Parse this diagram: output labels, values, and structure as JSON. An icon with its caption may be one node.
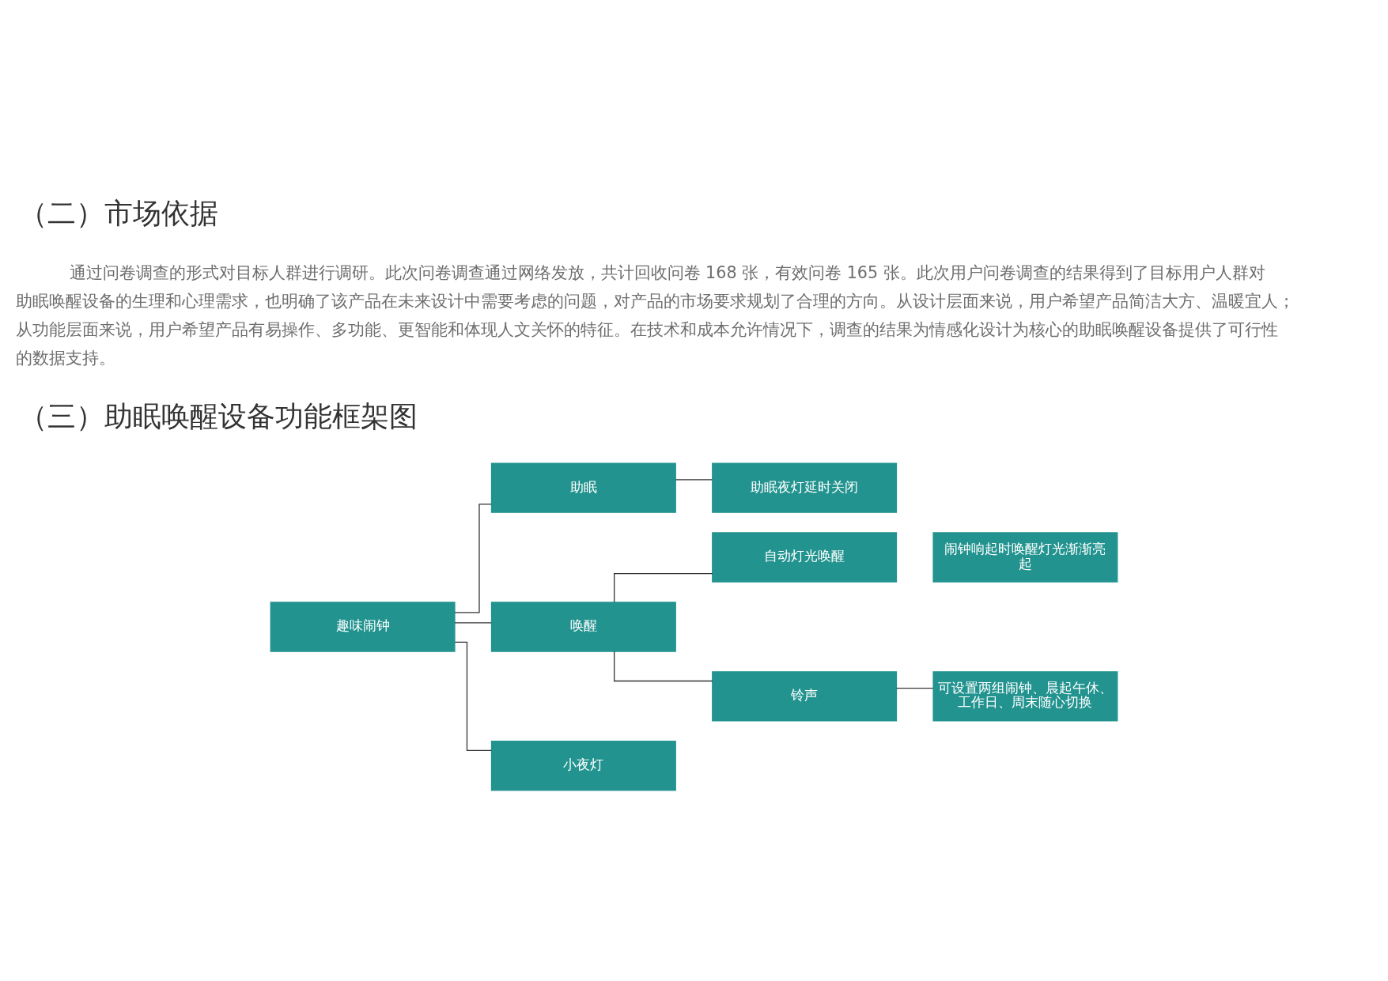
{
  "diagram": {
    "nodes": [
      {
        "text": [
          "趣味闹钟"
        ]
      },
      {
        "text": [
          "助眠"
        ]
      },
      {
        "text": [
          "唤醒"
        ]
      },
      {
        "text": [
          "小夜灯"
        ]
      },
      {
        "text": [
          "助眠夜灯延时关闭"
        ]
      },
      {
        "text": [
          "自动灯光唤醒"
        ]
      },
      {
        "text": [
          "铃声"
        ]
      },
      {
        "text": [
          "闹钟响起时唤醒灯光渐渐亮起"
        ]
      },
      {
        "text": [
          "可设置两组闹钟、晨起午休、工作日、周末随心切换"
        ]
      }
    ],
    "edges": [
      {
        "from": 0,
        "to": 1,
        "arrow": "none"
      },
      {
        "from": 0,
        "to": 2,
        "arrow": "none"
      },
      {
        "from": 0,
        "to": 3,
        "arrow": "none"
      },
      {
        "from": 1,
        "to": 4,
        "arrow": "none"
      },
      {
        "from": 2,
        "to": 5,
        "arrow": "none"
      },
      {
        "from": 2,
        "to": 6,
        "arrow": "none"
      },
      {
        "from": 6,
        "to": 8,
        "arrow": "none"
      }
    ],
    "labels": [
      "（二）市场依据",
      "通过问卷调查的形式对目标人群进行调研。此次问卷调查通过网络发放，共计回收问卷 168 张，有效问卷 165 张。此次用户问卷调查的结果得到了目标用户人群对助眠唤醒设备的生理和心理需求，也明确了该产品在未来设计中需要考虑的问题，对产品的市场要求规划了合理的方向。从设计层面来说，用户希望产品简洁大方、温暖宜人；从功能层面来说，用户希望产品有易操作、多功能、更智能和体现人文关怀的特征。在技术和成本允许情况下，调查的结果为情感化设计为核心的助眠唤醒设备提供了可行性的数据支持。",
      "（三）助眠唤醒设备功能框架图"
    ]
  }
}
